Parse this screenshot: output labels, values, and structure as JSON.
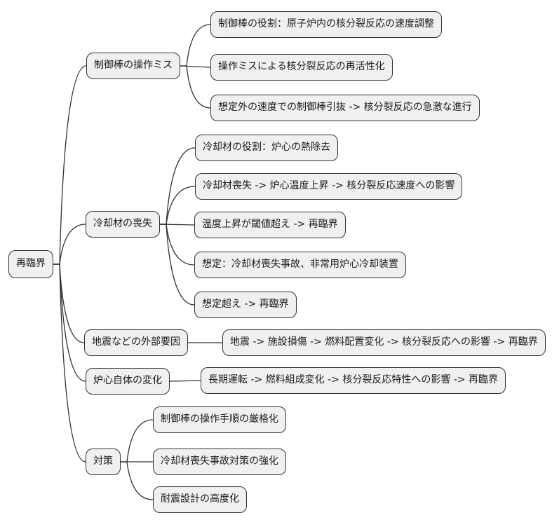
{
  "diagram": {
    "type": "mindmap",
    "root": {
      "label": "再臨界"
    },
    "branches": [
      {
        "label": "制御棒の操作ミス",
        "children": [
          {
            "label": "制御棒の役割：原子炉内の核分裂反応の速度調整"
          },
          {
            "label": "操作ミスによる核分裂反応の再活性化"
          },
          {
            "label": "想定外の速度での制御棒引抜 -> 核分裂反応の急激な進行"
          }
        ]
      },
      {
        "label": "冷却材の喪失",
        "children": [
          {
            "label": "冷却材の役割：炉心の熱除去"
          },
          {
            "label": "冷却材喪失 -> 炉心温度上昇 -> 核分裂反応速度への影響"
          },
          {
            "label": "温度上昇が閾値超え -> 再臨界"
          },
          {
            "label": "想定：冷却材喪失事故、非常用炉心冷却装置"
          },
          {
            "label": "想定超え -> 再臨界"
          }
        ]
      },
      {
        "label": "地震などの外部要因",
        "children": [
          {
            "label": "地震 -> 施設損傷 -> 燃料配置変化 -> 核分裂反応への影響 -> 再臨界"
          }
        ]
      },
      {
        "label": "炉心自体の変化",
        "children": [
          {
            "label": "長期運転 -> 燃料組成変化 -> 核分裂反応特性への影響 -> 再臨界"
          }
        ]
      },
      {
        "label": "対策",
        "children": [
          {
            "label": "制御棒の操作手順の厳格化"
          },
          {
            "label": "冷却材喪失事故対策の強化"
          },
          {
            "label": "耐震設計の高度化"
          }
        ]
      }
    ]
  },
  "colors": {
    "background": "#ffffff",
    "node_fill": "#f0f0f0",
    "node_border": "#333333",
    "edge": "#333333",
    "text": "#1a1a1a"
  }
}
